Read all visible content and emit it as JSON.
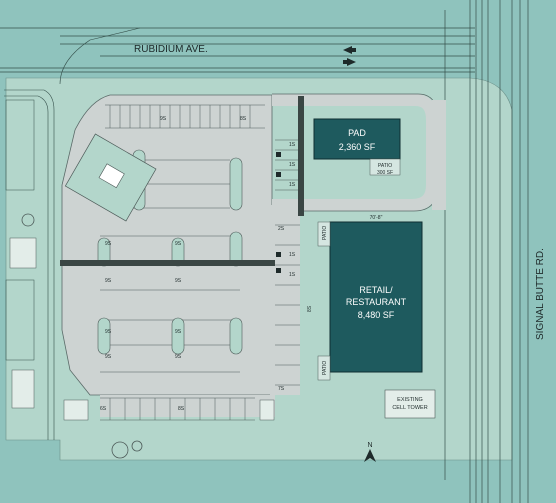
{
  "roads": {
    "north": "RUBIDIUM AVE.",
    "east": "SIGNAL BUTTE RD."
  },
  "buildings": {
    "pad": {
      "name": "PAD",
      "area": "2,360 SF",
      "patio": "PATIO",
      "patio_area": "300 SF"
    },
    "retail": {
      "name_line1": "RETAIL/",
      "name_line2": "RESTAURANT",
      "area": "8,480 SF",
      "width_dim": "70'-8\"",
      "patio_top": "PATIO",
      "patio_bottom": "PATIO"
    }
  },
  "cell_tower": {
    "line1": "EXISTING",
    "line2": "CELL TOWER"
  },
  "north_arrow": "N",
  "stall_counts": {
    "top_left": "9S",
    "top_right": "8S",
    "row2_left": "9S",
    "row2_right": "9S",
    "row3_left": "9S",
    "row3_right": "9S",
    "row4_left": "9S",
    "row4_right": "9S",
    "row5_left": "9S",
    "row5_right": "9S",
    "bottom_left": "6S",
    "bottom_mid": "8S",
    "pad_a": "1S",
    "pad_b": "1S",
    "pad_c": "1S",
    "ret_a": "2S",
    "ret_b": "1S",
    "ret_c": "1S",
    "ret_d": "7S",
    "ret_side": "8S"
  }
}
